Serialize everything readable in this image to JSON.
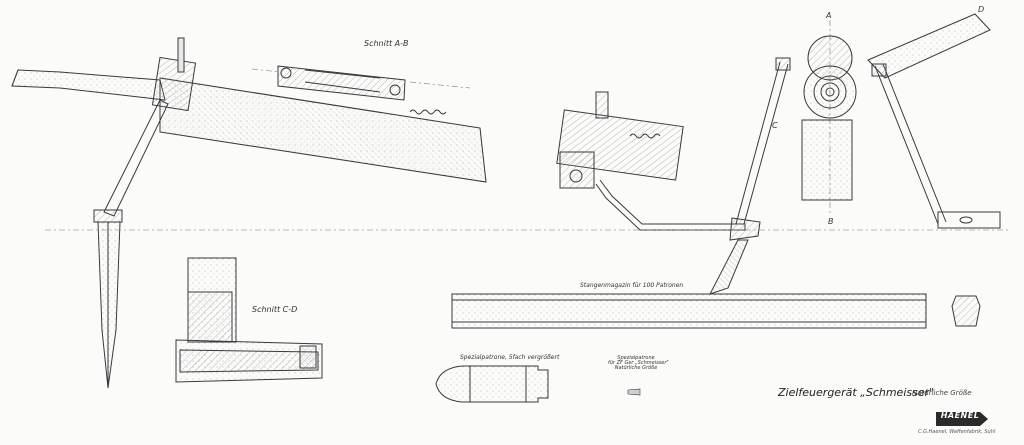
{
  "labels": {
    "section_ab": "Schnitt A-B",
    "section_cd": "Schnitt C-D",
    "magazine": "Stangenmagazin für 100 Patronen",
    "cartridge_enlarged": "Spezialpatrone, 5fach vergrößert",
    "cartridge_note_1": "Spezialpatrone",
    "cartridge_note_2": "für ZF Ger „Schmeisser\"",
    "cartridge_note_3": "Natürliche Größe",
    "title": "Zielfeuergerät „Schmeisser\"",
    "title_sub": "Natürliche Größe",
    "maker_small": "C.G.Haenel, Waffenfabrik, Suhl",
    "logo": "HAENEL"
  },
  "letters": {
    "a": "A",
    "b": "B",
    "c": "C",
    "d": "D"
  },
  "colors": {
    "paper": "#fbfbfa",
    "ink": "#3a3a3a",
    "hatch": "#8c8c8c"
  }
}
